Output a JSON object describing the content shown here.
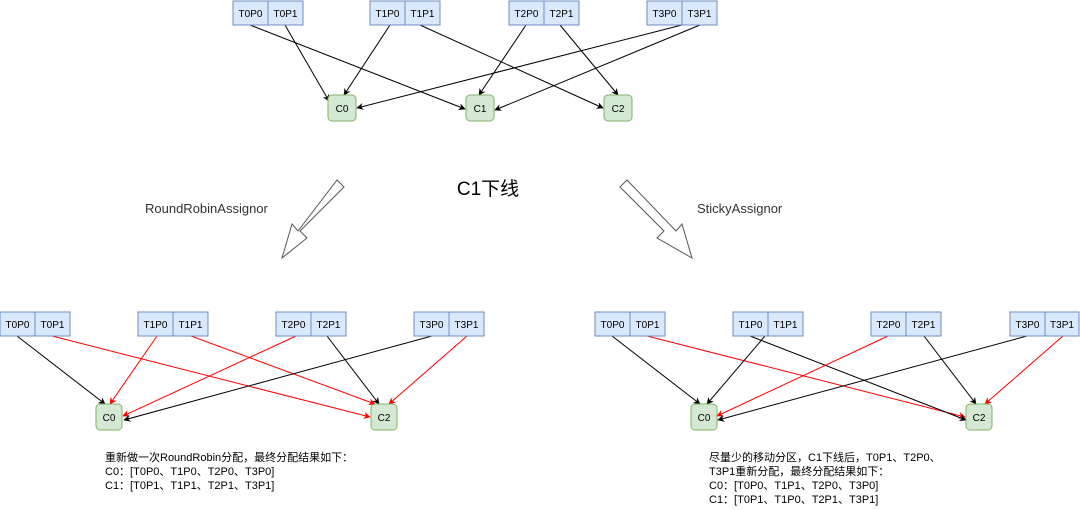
{
  "colors": {
    "partition_fill": "#dae8fc",
    "partition_stroke": "#6c8ebf",
    "consumer_fill": "#d5e8d4",
    "consumer_stroke": "#82b366",
    "arrow_kept": "#000000",
    "arrow_moved": "#ff0000",
    "big_arrow_stroke": "#555555"
  },
  "top": {
    "partitions": [
      "T0P0",
      "T0P1",
      "T1P0",
      "T1P1",
      "T2P0",
      "T2P1",
      "T3P0",
      "T3P1"
    ],
    "consumers": [
      "C0",
      "C1",
      "C2"
    ]
  },
  "title": "C1下线",
  "round_robin": {
    "label": "RoundRobinAssignor",
    "partitions": [
      "T0P0",
      "T0P1",
      "T1P0",
      "T1P1",
      "T2P0",
      "T2P1",
      "T3P0",
      "T3P1"
    ],
    "consumers": [
      "C0",
      "C2"
    ],
    "note": [
      "重新做一次RoundRobin分配，最终分配结果如下：",
      "C0：[T0P0、T1P0、T2P0、T3P0]",
      "C1：[T0P1、T1P1、T2P1、T3P1]"
    ]
  },
  "sticky": {
    "label": "StickyAssignor",
    "partitions": [
      "T0P0",
      "T0P1",
      "T1P0",
      "T1P1",
      "T2P0",
      "T2P1",
      "T3P0",
      "T3P1"
    ],
    "consumers": [
      "C0",
      "C2"
    ],
    "note": [
      "尽量少的移动分区，C1下线后，T0P1、T2P0、",
      "T3P1重新分配，最终分配结果如下：",
      "C0：[T0P0、T1P1、T2P0、T3P0]",
      "C1：[T0P1、T1P0、T2P1、T3P1]"
    ]
  }
}
